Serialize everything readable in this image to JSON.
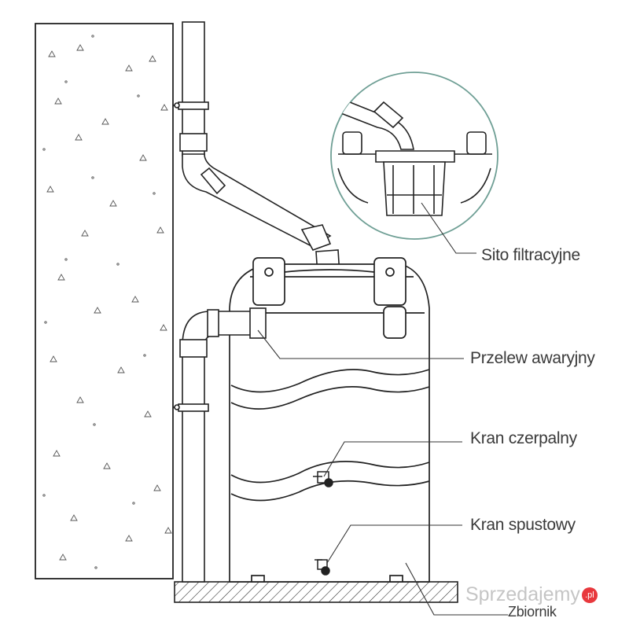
{
  "labels": {
    "sito": "Sito filtracyjne",
    "przelew": "Przelew awaryjny",
    "czerpalny": "Kran czerpalny",
    "spustowy": "Kran spustowy",
    "zbiornik": "Zbiornik"
  },
  "watermark": {
    "text": "Sprzedajemy",
    "suffix": ".pl"
  },
  "colors": {
    "line": "#222222",
    "leader": "#333333",
    "inset_circle": "#6f9f95",
    "label": "#3a3a3a",
    "watermark_badge": "#e8383d"
  }
}
